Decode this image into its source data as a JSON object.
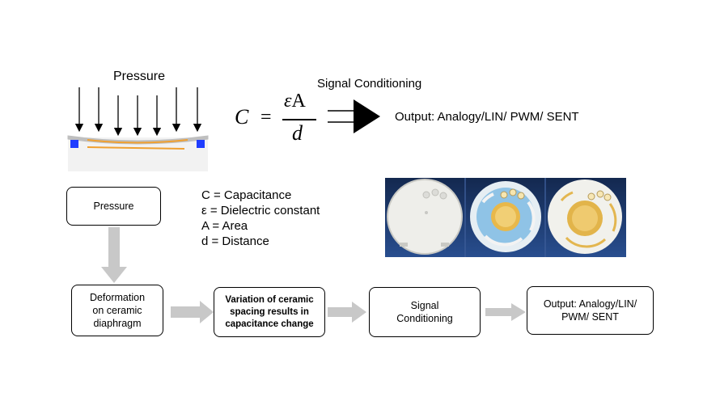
{
  "top": {
    "pressure_label": "Pressure",
    "signal_conditioning_label": "Signal Conditioning",
    "output_label": "Output: Analogy/LIN/ PWM/ SENT"
  },
  "formula": {
    "lhs": "C",
    "equals": "=",
    "numerator_symbol": "ε",
    "numerator_var": "A",
    "denominator": "d"
  },
  "legend": [
    "C = Capacitance",
    "ε = Dielectric constant",
    "A = Area",
    "d = Distance"
  ],
  "flow": {
    "pressure": "Pressure",
    "deformation": "Deformation on ceramic diaphragm",
    "variation": "Variation of ceramic spacing results in capacitance change",
    "signal": "Signal Conditioning",
    "output": "Output: Analogy/LIN/ PWM/ SENT"
  },
  "colors": {
    "arrow_gray": "#c8c8c8",
    "electrode_orange": "#f0a030",
    "side_blue": "#1f3dff",
    "photo_background": "#1e3e7a"
  }
}
